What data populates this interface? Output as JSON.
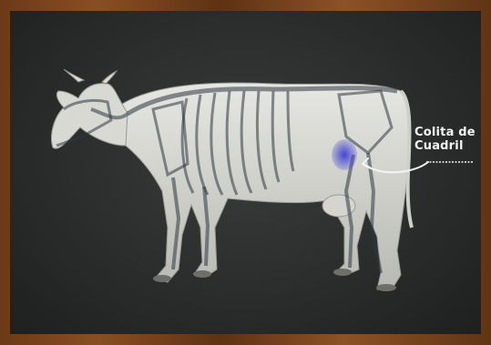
{
  "annotation": {
    "line1": "Colita de",
    "line2": "Cuadril"
  },
  "colors": {
    "frame": "#7a4520",
    "board": "#2b2d2d",
    "highlight": "#3b3fd6",
    "label": "#f4f4f4"
  },
  "icons": [
    "cow-skeleton-illustration",
    "arrow-icon"
  ]
}
